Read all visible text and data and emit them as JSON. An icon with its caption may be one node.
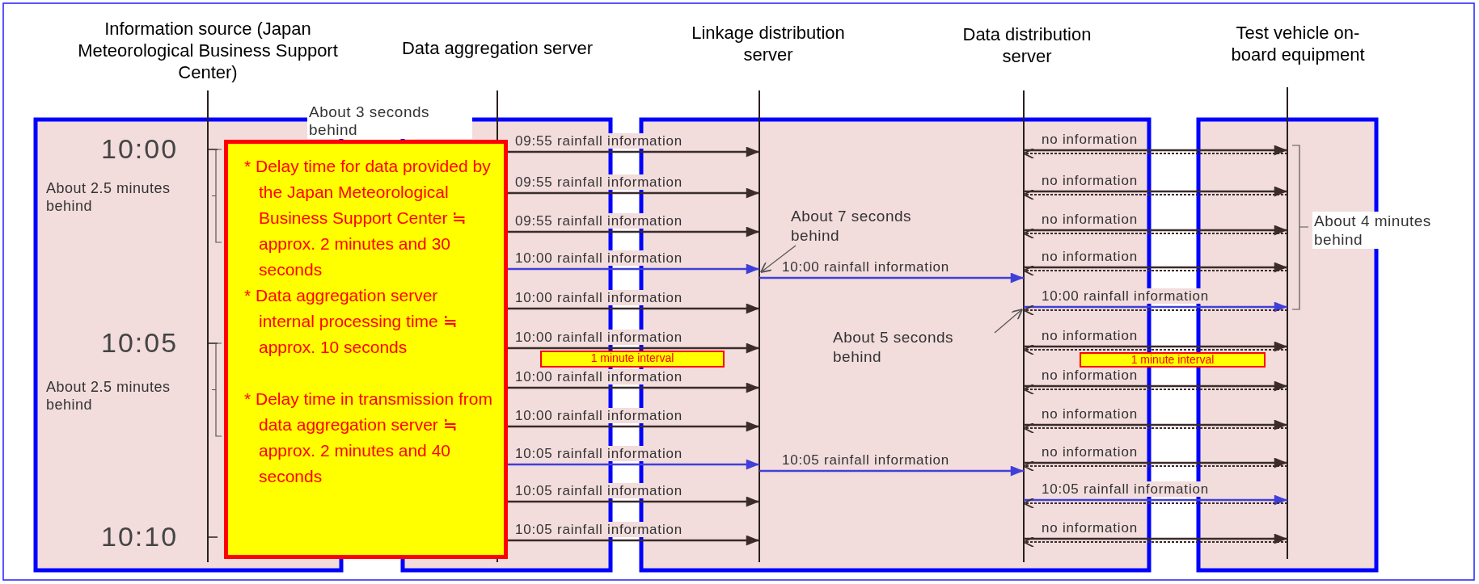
{
  "diagram": {
    "nodes": [
      {
        "text": [
          "Information source (Japan Meteorological Business Support Center)"
        ]
      },
      {
        "text": [
          "Data aggregation server"
        ]
      },
      {
        "text": [
          "Linkage distribution server"
        ]
      },
      {
        "text": [
          "Data distribution server"
        ]
      },
      {
        "text": [
          "Test vehicle on-board equipment"
        ]
      },
      {
        "text": [
          "* Delay time for data provided by the Japan Meteorological Business Support Center ≒ approx. 2 minutes and 30 seconds",
          "* Data aggregation server internal processing time ≒ approx. 10 seconds",
          "* Delay time in transmission from data aggregation server ≒ approx. 2 minutes and 40 seconds"
        ]
      },
      {
        "text": [
          "1 minute interval"
        ]
      },
      {
        "text": [
          "1 minute interval"
        ]
      },
      {
        "text": [
          "About 7 seconds behind"
        ]
      },
      {
        "text": [
          "About 5 seconds behind"
        ]
      }
    ],
    "edges": [
      {
        "from": 1,
        "to": 2,
        "arrow": "to",
        "label": "09:55 rainfall information"
      },
      {
        "from": 1,
        "to": 2,
        "arrow": "to",
        "label": "09:55 rainfall information"
      },
      {
        "from": 1,
        "to": 2,
        "arrow": "to",
        "label": "09:55 rainfall information"
      },
      {
        "from": 1,
        "to": 2,
        "arrow": "to",
        "label": "10:00 rainfall information",
        "color": "#4040d8"
      },
      {
        "from": 1,
        "to": 2,
        "arrow": "to",
        "label": "10:00 rainfall information"
      },
      {
        "from": 1,
        "to": 2,
        "arrow": "to",
        "label": "10:00 rainfall information"
      },
      {
        "from": 1,
        "to": 2,
        "arrow": "to",
        "label": "10:00 rainfall information"
      },
      {
        "from": 1,
        "to": 2,
        "arrow": "to",
        "label": "10:00 rainfall information"
      },
      {
        "from": 1,
        "to": 2,
        "arrow": "to",
        "label": "10:05 rainfall information",
        "color": "#4040d8"
      },
      {
        "from": 1,
        "to": 2,
        "arrow": "to",
        "label": "10:05 rainfall information"
      },
      {
        "from": 1,
        "to": 2,
        "arrow": "to",
        "label": "10:05 rainfall information"
      },
      {
        "from": 2,
        "to": 3,
        "arrow": "to",
        "label": "10:00 rainfall information",
        "color": "#4040d8"
      },
      {
        "from": 2,
        "to": 3,
        "arrow": "to",
        "label": "10:05 rainfall information",
        "color": "#4040d8"
      },
      {
        "from": 3,
        "to": 4,
        "arrow": "to",
        "label": "no information"
      },
      {
        "from": 3,
        "to": 4,
        "arrow": "to",
        "label": "no information"
      },
      {
        "from": 3,
        "to": 4,
        "arrow": "to",
        "label": "no information"
      },
      {
        "from": 3,
        "to": 4,
        "arrow": "to",
        "label": "no information"
      },
      {
        "from": 3,
        "to": 4,
        "arrow": "to",
        "label": "10:00 rainfall information",
        "color": "#4040d8"
      },
      {
        "from": 3,
        "to": 4,
        "arrow": "to",
        "label": "no information"
      },
      {
        "from": 3,
        "to": 4,
        "arrow": "to",
        "label": "no information"
      },
      {
        "from": 3,
        "to": 4,
        "arrow": "to",
        "label": "no information"
      },
      {
        "from": 3,
        "to": 4,
        "arrow": "to",
        "label": "no information"
      },
      {
        "from": 3,
        "to": 4,
        "arrow": "to",
        "label": "10:05 rainfall information",
        "color": "#4040d8"
      },
      {
        "from": 3,
        "to": 4,
        "arrow": "to",
        "label": "no information"
      },
      {
        "from": 4,
        "to": 3,
        "arrow": "to",
        "style": "dashed"
      },
      {
        "from": 4,
        "to": 3,
        "arrow": "to",
        "style": "dashed"
      },
      {
        "from": 4,
        "to": 3,
        "arrow": "to",
        "style": "dashed"
      },
      {
        "from": 4,
        "to": 3,
        "arrow": "to",
        "style": "dashed"
      },
      {
        "from": 4,
        "to": 3,
        "arrow": "to",
        "style": "dashed"
      },
      {
        "from": 4,
        "to": 3,
        "arrow": "to",
        "style": "dashed"
      },
      {
        "from": 4,
        "to": 3,
        "arrow": "to",
        "style": "dashed"
      },
      {
        "from": 4,
        "to": 3,
        "arrow": "to",
        "style": "dashed"
      },
      {
        "from": 4,
        "to": 3,
        "arrow": "to",
        "style": "dashed"
      },
      {
        "from": 4,
        "to": 3,
        "arrow": "to",
        "style": "dashed"
      },
      {
        "from": 4,
        "to": 3,
        "arrow": "to",
        "style": "dashed"
      },
      {
        "from": 8,
        "to": 2,
        "arrow": "to"
      },
      {
        "from": 9,
        "to": 3,
        "arrow": "to"
      }
    ],
    "labels": [
      "About 3 seconds behind",
      "10:00",
      "About 2.5 minutes behind",
      "10:05",
      "About 2.5 minutes behind",
      "10:10",
      "About 4 minutes behind"
    ]
  }
}
